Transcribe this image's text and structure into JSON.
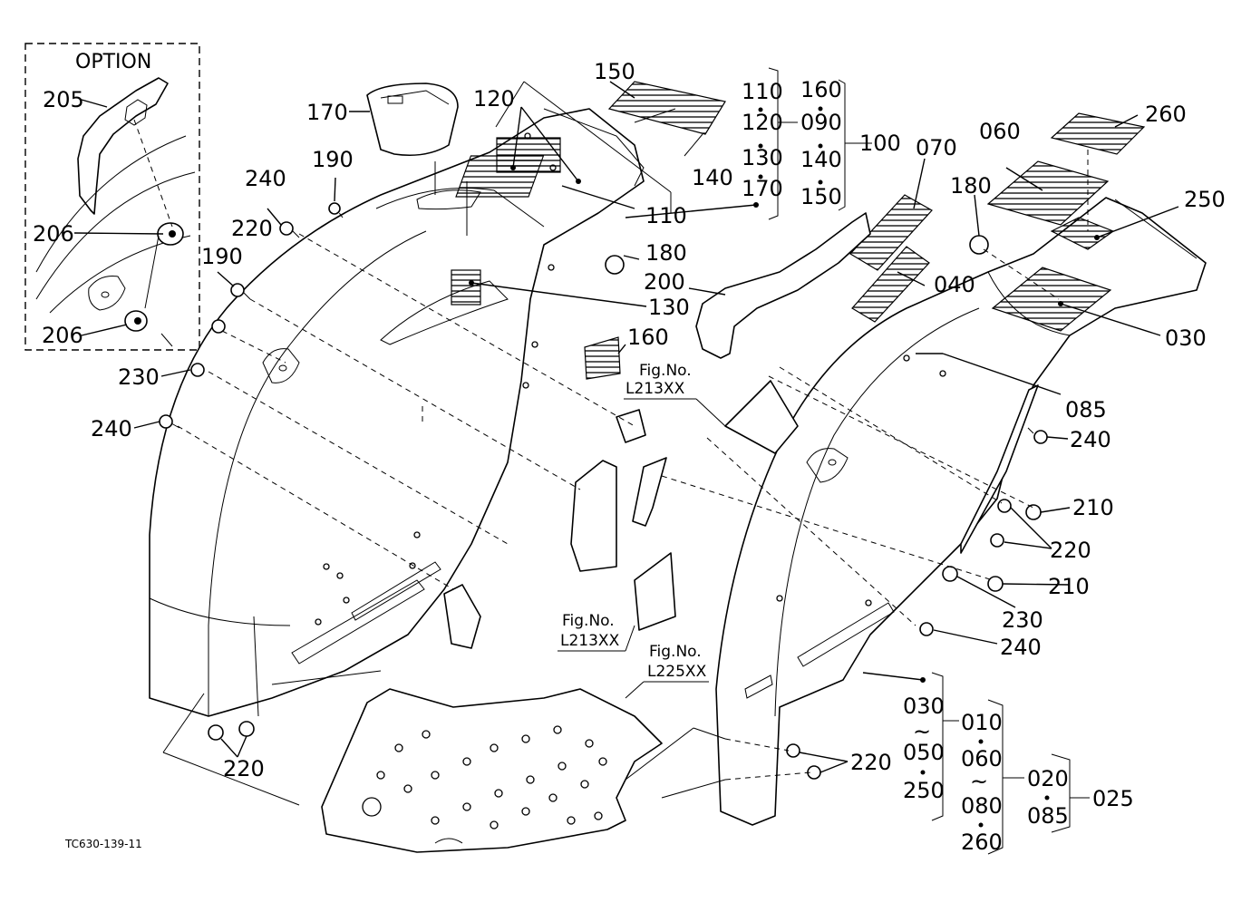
{
  "diagram": {
    "option_box": {
      "title": "OPTION",
      "labels": [
        "205",
        "206",
        "206"
      ]
    },
    "part_labels": {
      "p150": "150",
      "p120": "120",
      "p170": "170",
      "p190a": "190",
      "p240a": "240",
      "p220a": "220",
      "p190b": "190",
      "p230a": "230",
      "p240b": "240",
      "p140": "140",
      "p110": "110",
      "p180a": "180",
      "p200": "200",
      "p130": "130",
      "p160": "160",
      "p070": "070",
      "p060": "060",
      "p180b": "180",
      "p260": "260",
      "p250": "250",
      "p040": "040",
      "p030": "030",
      "p085": "085",
      "p240c": "240",
      "p210a": "210",
      "p220b": "220",
      "p210b": "210",
      "p230b": "230",
      "p240d": "240",
      "p220c": "220",
      "p220d": "220"
    },
    "group_100": {
      "col1": [
        "110",
        "120",
        "130",
        "170"
      ],
      "col2": [
        "160",
        "090",
        "140",
        "150"
      ],
      "total": "100"
    },
    "group_bottom": {
      "col1_top": "030",
      "tilde1": "~",
      "col1_mid": "050",
      "col1_bot": "250",
      "col2": [
        "010",
        "060",
        "080",
        "260"
      ],
      "tilde2": "~",
      "col3": [
        "020",
        "085"
      ],
      "total": "025"
    },
    "fig_refs": [
      {
        "label": "Fig.No.",
        "code": "L213XX"
      },
      {
        "label": "Fig.No.",
        "code": "L213XX"
      },
      {
        "label": "Fig.No.",
        "code": "L225XX"
      }
    ],
    "drawing_code": "TC630-139-11"
  }
}
